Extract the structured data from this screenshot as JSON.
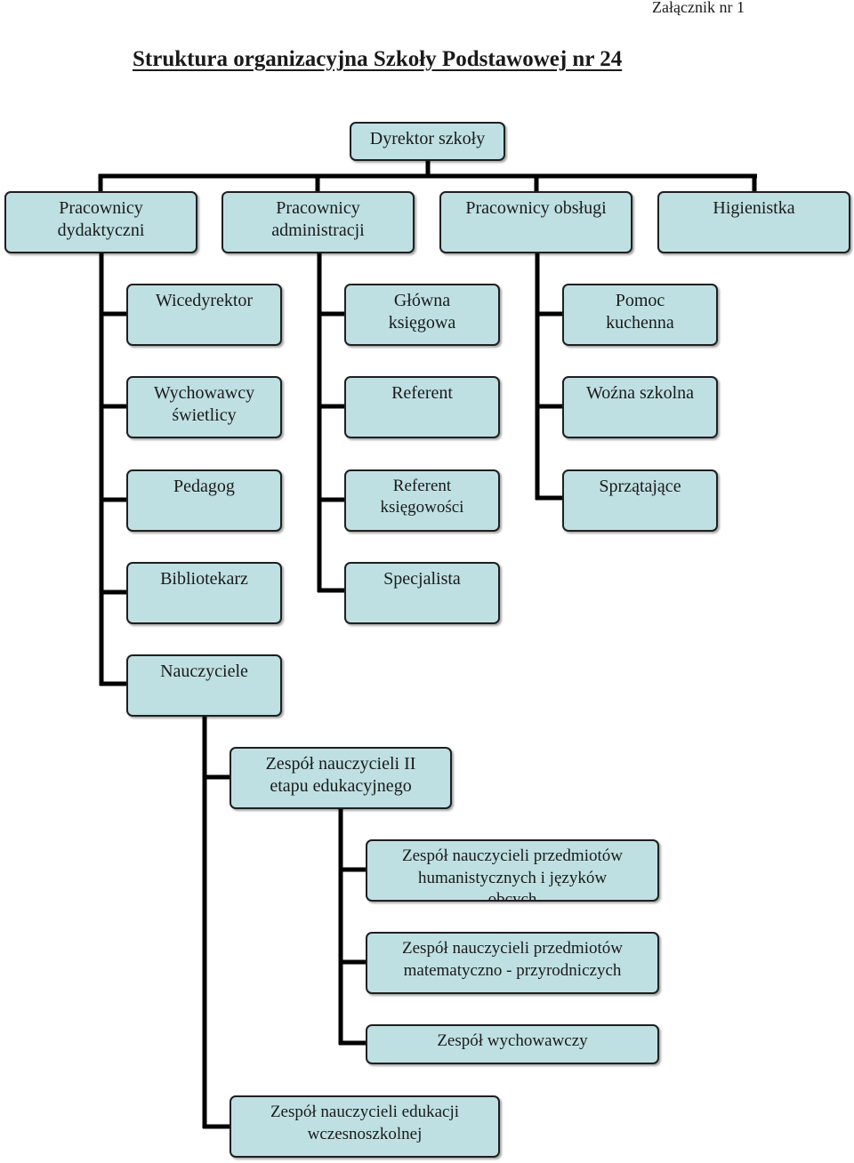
{
  "annex_label": "Załącznik nr 1",
  "title": "Struktura organizacyjna Szkoły Podstawowej nr 24",
  "director": "Dyrektor szkoły",
  "groups": {
    "didactic": "Pracownicy\ndydaktyczni",
    "administration": "Pracownicy\nadministracji",
    "service": "Pracownicy obsługi",
    "hygienist": "Higienistka"
  },
  "didactic_staff": {
    "vice_director": "Wicedyrektor",
    "day_room_educators": "Wychowawcy\nświetlicy",
    "pedagogue": "Pedagog",
    "librarian": "Bibliotekarz",
    "teachers": "Nauczyciele"
  },
  "administration_staff": {
    "chief_accountant": "Główna\nksięgowa",
    "clerk": "Referent",
    "accounting_clerk": "Referent\nksięgowości",
    "specialist": "Specjalista"
  },
  "service_staff": {
    "kitchen_help": "Pomoc\nkuchenna",
    "caretaker": "Woźna szkolna",
    "cleaners": "Sprzątające"
  },
  "teacher_teams": {
    "stage_two_team": "Zespół nauczycieli II\netapu edukacyjnego",
    "humanities_team": "Zespół nauczycieli przedmiotów\nhumanistycznych i języków\nobcych",
    "math_science_team": "Zespół nauczycieli przedmiotów\nmatematyczno - przyrodniczych",
    "homeroom_team": "Zespół wychowawczy",
    "early_education_team": "Zespół nauczycieli edukacji\nwczesnoszkolnej"
  }
}
